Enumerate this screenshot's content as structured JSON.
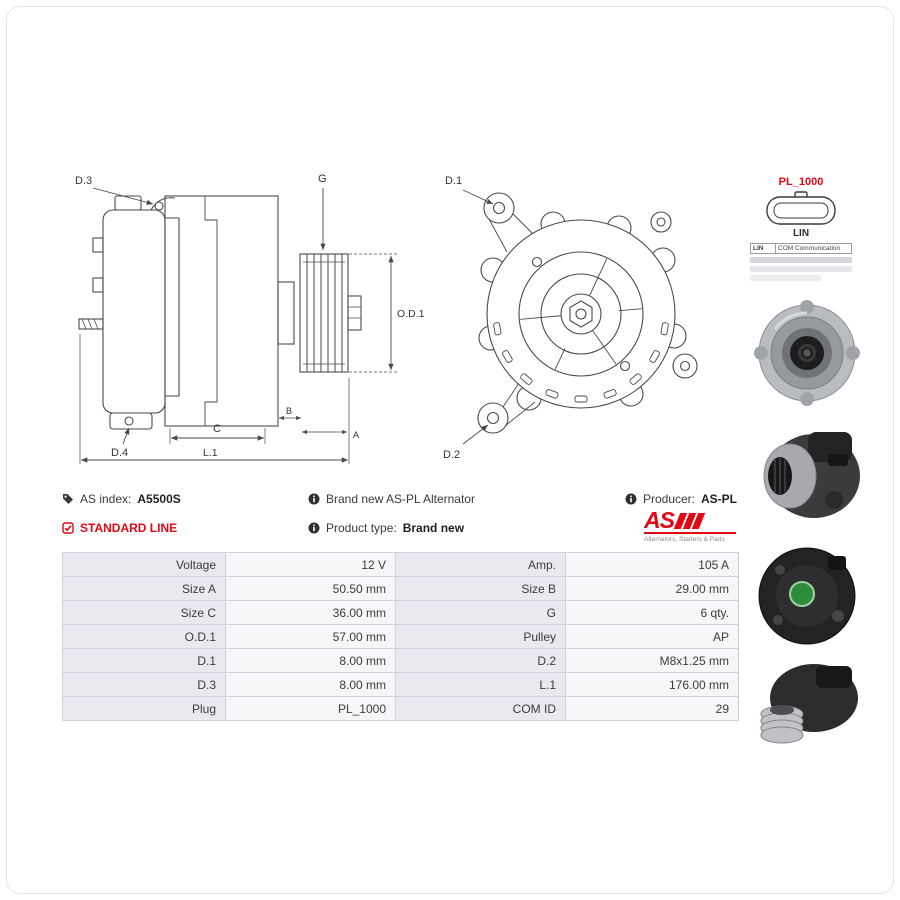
{
  "colors": {
    "accent_red": "#e30613"
  },
  "plug": {
    "name": "PL_1000",
    "pin": "LIN",
    "row_pin": "LIN",
    "row_desc": "COM Communication"
  },
  "diagram_side": {
    "d3": "D.3",
    "g": "G",
    "od1": "O.D.1",
    "d4": "D.4",
    "c": "C",
    "b": "B",
    "a": "A",
    "l1": "L.1"
  },
  "diagram_front": {
    "d1": "D.1",
    "d2": "D.2"
  },
  "info": {
    "as_index_label": "AS index:",
    "as_index_value": "A5500S",
    "standard_line": "STANDARD LINE",
    "brand_new": "Brand new AS-PL Alternator",
    "product_type_label": "Product type:",
    "product_type_value": "Brand new",
    "producer_label": "Producer:",
    "producer_value": "AS-PL",
    "logo_text": "AS",
    "logo_tagline": "Alternators, Starters & Parts"
  },
  "table": {
    "rows": [
      {
        "l1": "Voltage",
        "v1": "12 V",
        "l2": "Amp.",
        "v2": "105 A"
      },
      {
        "l1": "Size A",
        "v1": "50.50 mm",
        "l2": "Size B",
        "v2": "29.00 mm"
      },
      {
        "l1": "Size C",
        "v1": "36.00 mm",
        "l2": "G",
        "v2": "6 qty."
      },
      {
        "l1": "O.D.1",
        "v1": "57.00 mm",
        "l2": "Pulley",
        "v2": "AP"
      },
      {
        "l1": "D.1",
        "v1": "8.00 mm",
        "l2": "D.2",
        "v2": "M8x1.25 mm"
      },
      {
        "l1": "D.3",
        "v1": "8.00 mm",
        "l2": "L.1",
        "v2": "176.00 mm"
      },
      {
        "l1": "Plug",
        "v1": "PL_1000",
        "l2": "COM ID",
        "v2": "29"
      }
    ]
  }
}
